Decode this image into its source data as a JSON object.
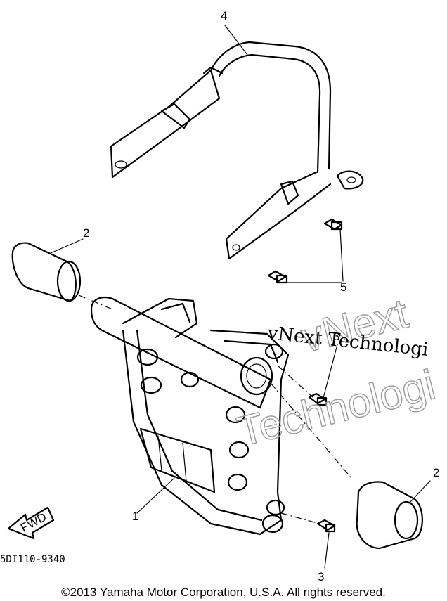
{
  "callouts": {
    "part1": "1",
    "part2_left": "2",
    "part2_right": "2",
    "part3_upper": "3",
    "part3_lower": "3",
    "part4": "4",
    "part5": "5"
  },
  "fwd_label": "FWD",
  "diagram_code": "5DI110-9340",
  "watermark_line1": "vNext Technologi",
  "watermark_line2a": "vNext",
  "watermark_line2b": "Technologi",
  "copyright": "©2013 Yamaha Motor Corporation, U.S.A. All rights reserved."
}
